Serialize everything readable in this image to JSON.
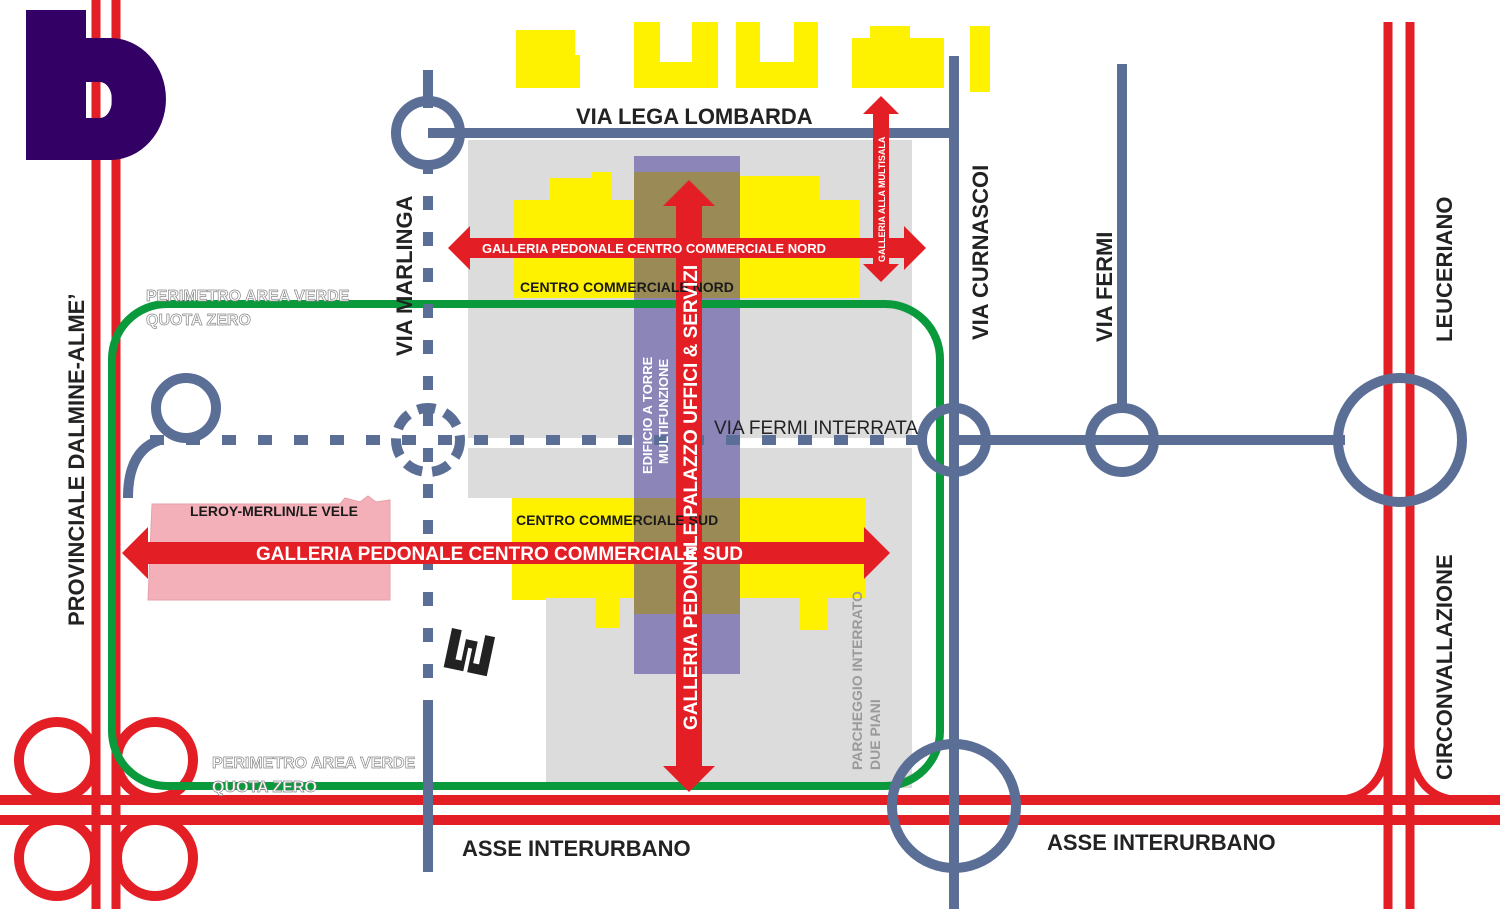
{
  "logo": {
    "letter": "b",
    "color": "#330066"
  },
  "colors": {
    "red_road": "#e31e24",
    "blue_road": "#5a6e96",
    "green_perimeter": "#0a9a3c",
    "yellow_building": "#fff200",
    "grey_area": "#d9d9d9",
    "tower": "#8c86b8",
    "pink_building": "#f4b0b8"
  },
  "roads": {
    "provinciale": "PROVINCIALE DALMINE-ALME’",
    "via_lega_lombarda": "VIA LEGA LOMBARDA",
    "via_marlinga": "VIA MARLINGA",
    "via_curnasco": "VIA CURNASCOI",
    "via_fermi": "VIA FERMI",
    "leuceriano": "LEUCERIANO",
    "circonvallazione": "CIRCONVALLAZIONE",
    "via_fermi_interrata": "VIA FERMI INTERRATA",
    "asse_left": "ASSE INTERURBANO",
    "asse_right": "ASSE INTERURBANO"
  },
  "areas": {
    "perimetro_top_1": "PERIMETRO AREA VERDE",
    "perimetro_top_2": "QUOTA ZERO",
    "perimetro_bottom_1": "PERIMETRO AREA VERDE",
    "perimetro_bottom_2": "QUOTA ZERO",
    "centro_nord": "CENTRO COMMERCIALE NORD",
    "centro_sud": "CENTRO COMMERCIALE SUD",
    "leroy": "LEROY-MERLIN/LE VELE",
    "tower_1": "EDIFICIO A TORRE",
    "tower_2": "MULTIFUNZIONE",
    "parcheggio_1": "PARCHEGGIO INTERRATO",
    "parcheggio_2": "DUE PIANI"
  },
  "galleries": {
    "nord": "GALLERIA PEDONALE CENTRO COMMERCIALE NORD",
    "sud": "GALLERIA PEDONALE CENTRO COMMERCIALE SUD",
    "palazzo": "GALLERIA PEDONALE PALAZZO UFFICI & SERVIZI",
    "multisala": "GALLERIA ALLA MULTISALA"
  }
}
